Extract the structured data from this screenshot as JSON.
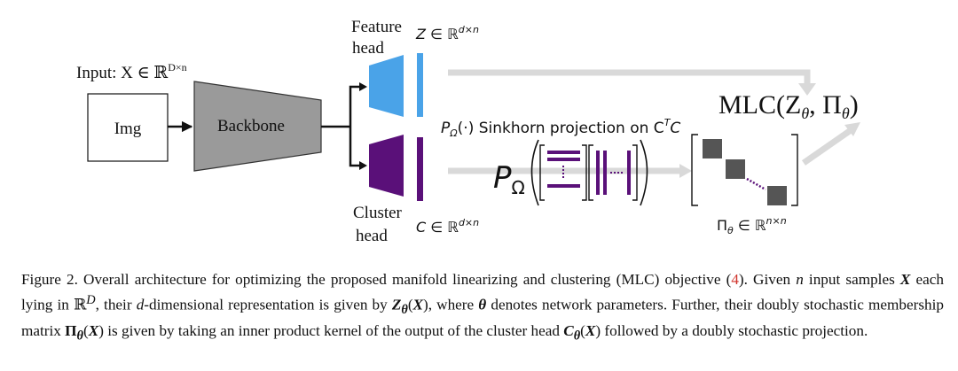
{
  "diagram": {
    "input_label": "Input: X ∈ ℝ",
    "input_sup": "D×n",
    "img_label": "Img",
    "backbone_label": "Backbone",
    "feature_head_line1": "Feature",
    "feature_head_line2": "head",
    "cluster_head_line1": "Cluster",
    "cluster_head_line2": "head",
    "z_label": "Z ∈ ℝ",
    "z_sup": "d×n",
    "c_label": "C ∈ ℝ",
    "c_sup": "d×n",
    "sinkhorn_label": "P",
    "sinkhorn_sub": "Ω",
    "sinkhorn_rest": "(·) Sinkhorn projection on C",
    "sinkhorn_sup": "T",
    "sinkhorn_end": "C",
    "p_big": "P",
    "p_big_sub": "Ω",
    "pi_label": "Π",
    "pi_sub": "θ",
    "pi_rest": " ∈ ℝ",
    "pi_sup": "n×n",
    "mlc_label": "MLC(Z",
    "mlc_sub1": "θ",
    "mlc_mid": ", Π",
    "mlc_sub2": "θ",
    "mlc_end": ")",
    "colors": {
      "feature": "#4aa3e8",
      "cluster": "#5a1079",
      "backbone": "#9a9a9a",
      "arrow_gray": "#d9d9d9",
      "block": "#555555"
    }
  },
  "caption": {
    "p1": "Figure 2. Overall architecture for optimizing the proposed manifold linearizing and clustering (MLC) objective (",
    "ref": "4",
    "p2": "). Given ",
    "n1": "n",
    "p3": " input samples ",
    "X1": "X",
    "p4": " each lying in ℝ",
    "supD": "D",
    "p5": ", their ",
    "d1": "d",
    "p6": "-dimensional representation is given by ",
    "Z": "Z",
    "theta1": "θ",
    "p7": "(",
    "X2": "X",
    "p8": "), where ",
    "theta2": "θ",
    "p9": " denotes network parameters. Further, their doubly stochastic membership matrix ",
    "Pi": "Π",
    "theta3": "θ",
    "p10": "(",
    "X3": "X",
    "p11": ") is given by taking an inner product kernel of the output of the cluster head ",
    "C": "C",
    "theta4": "θ",
    "p12": "(",
    "X4": "X",
    "p13": ") followed by a doubly stochastic projection."
  }
}
